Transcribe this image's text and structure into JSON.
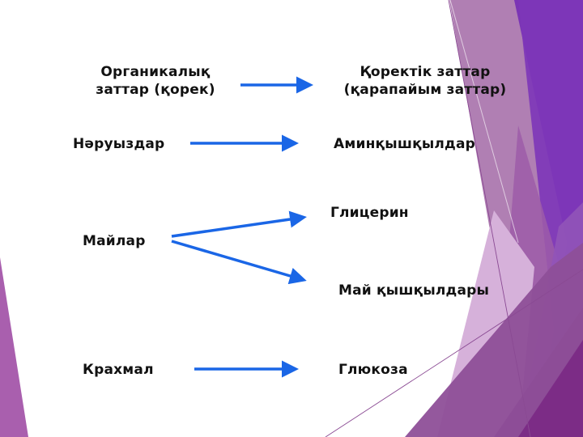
{
  "slide": {
    "theme_colors": {
      "accent_purple": "#7b35b5",
      "mid_purple": "#a860b0",
      "light_purple": "#d4b0d8",
      "mauve": "#a97aae",
      "dark_plum": "#8d4b96",
      "arrow_blue": "#1a66e6",
      "text": "#111111"
    },
    "header": {
      "left": {
        "line1": "Органикалық",
        "line2": "заттар (қорек)"
      },
      "right": {
        "line1": "Қоректік заттар",
        "line2": "(қарапайым заттар)"
      }
    },
    "rows": [
      {
        "source": "Нәруыздар",
        "products": [
          "Аминқышқылдар"
        ]
      },
      {
        "source": "Майлар",
        "products": [
          "Глицерин",
          "Май қышқылдары"
        ]
      },
      {
        "source": "Крахмал",
        "products": [
          "Глюкоза"
        ]
      }
    ],
    "arrow_icon": "right-arrow-icon"
  }
}
